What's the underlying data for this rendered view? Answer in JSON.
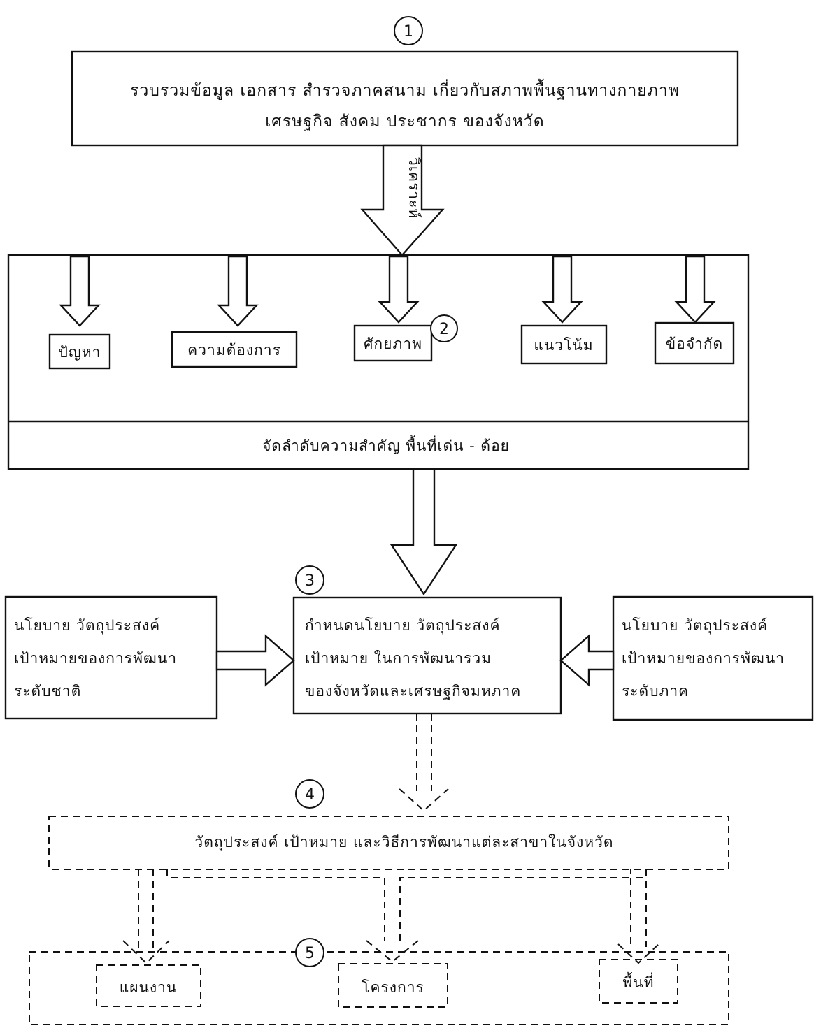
{
  "steps": {
    "s1": "1",
    "s2": "2",
    "s3": "3",
    "s4": "4",
    "s5": "5"
  },
  "top_box": {
    "line1": "รวบรวมข้อมูล เอกสาร สำรวจภาคสนาม เกี่ยวกับสภาพพื้นฐานทางกายภาพ",
    "line2": "เศรษฐกิจ สังคม ประชากร ของจังหวัด"
  },
  "analyze_label": "วิเคราะห์",
  "analysis_items": [
    "ปัญหา",
    "ความต้องการ",
    "ศักยภาพ",
    "แนวโน้ม",
    "ข้อจำกัด"
  ],
  "priority_bar": "จัดลำดับความสำคัญ พื้นที่เด่น - ด้อย",
  "national_policy": {
    "line1": "นโยบาย วัตถุประสงค์",
    "line2": "เป้าหมายของการพัฒนา",
    "line3": "ระดับชาติ"
  },
  "center_policy": {
    "line1": "กำหนดนโยบาย วัตถุประสงค์",
    "line2": "เป้าหมาย ในการพัฒนารวม",
    "line3": "ของจังหวัดและเศรษฐกิจมหภาค"
  },
  "regional_policy": {
    "line1": "นโยบาย วัตถุประสงค์",
    "line2": "เป้าหมายของการพัฒนา",
    "line3": "ระดับภาค"
  },
  "objectives_bar": "วัตถุประสงค์ เป้าหมาย และวิธีการพัฒนาแต่ละสาขาในจังหวัด",
  "outputs": [
    "แผนงาน",
    "โครงการ",
    "พื้นที่"
  ]
}
